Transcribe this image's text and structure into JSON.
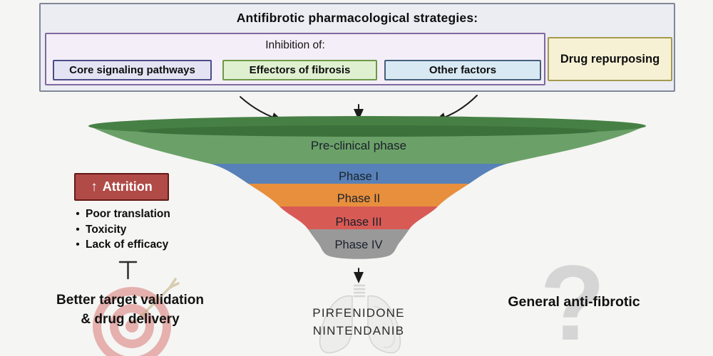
{
  "palette": {
    "background": "#f5f5f3",
    "panel_bg": "#ebedf3",
    "panel_border": "#81869a",
    "inhibition_bg": "#f4eef8",
    "inhibition_border": "#80699f",
    "core_bg": "#e3e3f3",
    "core_border": "#4c4c88",
    "effectors_bg": "#dff0d0",
    "effectors_border": "#6c9947",
    "other_bg": "#d9e9f3",
    "other_border": "#44607c",
    "repurposing_bg": "#f6f1d4",
    "repurposing_border": "#a59a50",
    "attrition_bg": "#b04b48",
    "attrition_border": "#641a17",
    "arrow_color": "#1c1c1c",
    "target_red": "#cf4a46",
    "lungs_gray": "#ededeb",
    "question_gray": "#d5d5d5"
  },
  "strategies_panel": {
    "title": "Antifibrotic pharmacological strategies:",
    "inhibition_label": "Inhibition of:",
    "categories": [
      {
        "label": "Core signaling pathways"
      },
      {
        "label": "Effectors of fibrosis"
      },
      {
        "label": "Other factors"
      }
    ],
    "drug_repurposing": "Drug repurposing"
  },
  "funnel": {
    "rim_color": "#478044",
    "rim_inner_color": "#3c713b",
    "phases": [
      {
        "label": "Pre-clinical phase",
        "color": "#6ba168"
      },
      {
        "label": "Phase I",
        "color": "#5781b8"
      },
      {
        "label": "Phase II",
        "color": "#e78f3d"
      },
      {
        "label": "Phase III",
        "color": "#d85a55"
      },
      {
        "label": "Phase IV",
        "color": "#999999"
      }
    ]
  },
  "attrition": {
    "arrow_glyph": "↑",
    "label": "Attrition",
    "causes": [
      "Poor translation",
      "Toxicity",
      "Lack of efficacy"
    ],
    "remedy_line1": "Better target validation",
    "remedy_line2": "& drug delivery"
  },
  "outcome": {
    "drug1": "PIRFENIDONE",
    "drug2": "NINTENDANIB"
  },
  "open_question": {
    "label": "General anti-fibrotic",
    "glyph": "?"
  }
}
